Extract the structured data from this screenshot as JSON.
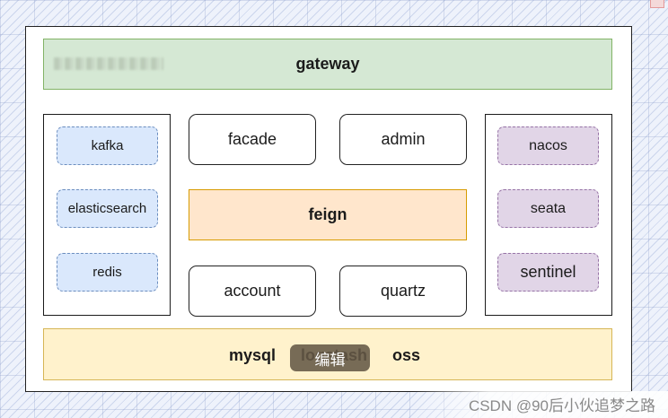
{
  "diagram": {
    "top": {
      "label": "gateway",
      "redacted": true
    },
    "left_group": [
      "kafka",
      "elasticsearch",
      "redis"
    ],
    "center_top": [
      "facade",
      "admin"
    ],
    "center_middle": "feign",
    "center_bottom": [
      "account",
      "quartz"
    ],
    "right_group": [
      "nacos",
      "seata",
      "sentinel"
    ],
    "bottom": [
      "mysql",
      "logstash",
      "oss"
    ]
  },
  "overlay": {
    "edit_label": "编辑"
  },
  "watermark": {
    "text": "CSDN @90后小伙追梦之路"
  },
  "colors": {
    "gateway_fill": "#d5e8d4",
    "feign_fill": "#ffe6cc",
    "bottom_fill": "#fff2cc",
    "left_fill": "#dae8fc",
    "right_fill": "#e1d5e7"
  }
}
